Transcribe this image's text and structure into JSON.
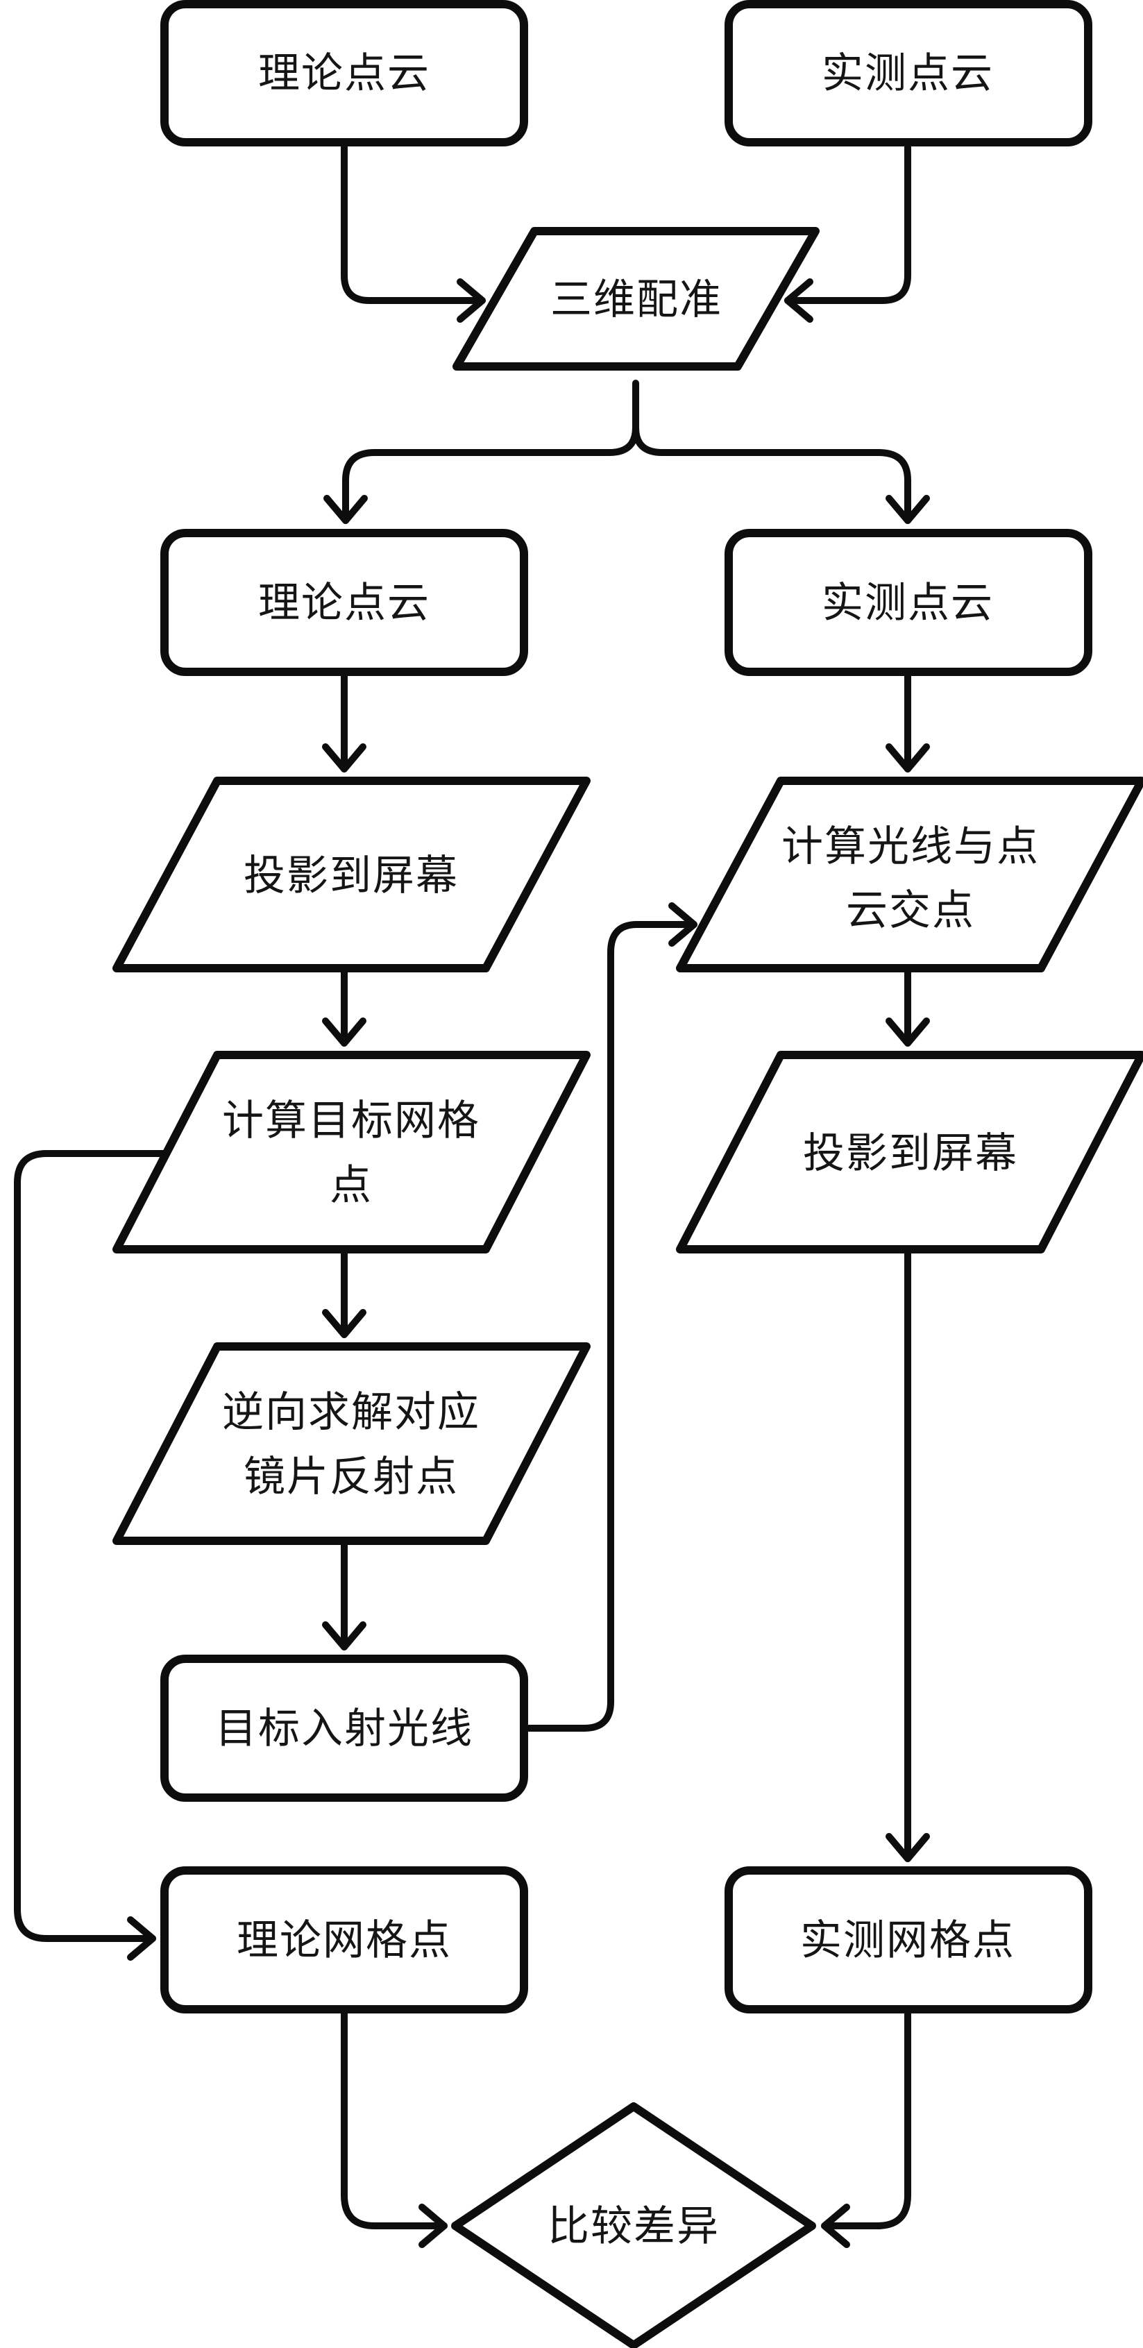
{
  "diagram": {
    "type": "flowchart",
    "colors": {
      "background": "#ffffff",
      "stroke": "#0d0d0d",
      "text": "#151515"
    },
    "nodes": {
      "pc_theory_top": {
        "shape": "rounded-rect",
        "label": "理论点云"
      },
      "pc_measured_top": {
        "shape": "rounded-rect",
        "label": "实测点云"
      },
      "registration_3d": {
        "shape": "parallelogram",
        "label": "三维配准"
      },
      "pc_theory_mid": {
        "shape": "rounded-rect",
        "label": "理论点云"
      },
      "pc_measured_mid": {
        "shape": "rounded-rect",
        "label": "实测点云"
      },
      "project_screen_left": {
        "shape": "parallelogram",
        "label": "投影到屏幕"
      },
      "ray_cloud_intersect": {
        "shape": "parallelogram",
        "label": "计算光线与点云交点",
        "line1": "计算光线与点",
        "line2": "云交点"
      },
      "target_grid_points": {
        "shape": "parallelogram",
        "label": "计算目标网格点",
        "line1": "计算目标网格",
        "line2": "点"
      },
      "project_screen_right": {
        "shape": "parallelogram",
        "label": "投影到屏幕"
      },
      "inverse_solve_reflect": {
        "shape": "parallelogram",
        "label": "逆向求解对应镜片反射点",
        "line1": "逆向求解对应",
        "line2": "镜片反射点"
      },
      "target_incident_ray": {
        "shape": "rounded-rect",
        "label": "目标入射光线"
      },
      "grid_points_theory": {
        "shape": "rounded-rect",
        "label": "理论网格点"
      },
      "grid_points_measured": {
        "shape": "rounded-rect",
        "label": "实测网格点"
      },
      "compare_difference": {
        "shape": "diamond",
        "label": "比较差异"
      }
    },
    "edges": [
      {
        "from": "pc_theory_top",
        "to": "registration_3d"
      },
      {
        "from": "pc_measured_top",
        "to": "registration_3d"
      },
      {
        "from": "registration_3d",
        "to": "pc_theory_mid"
      },
      {
        "from": "registration_3d",
        "to": "pc_measured_mid"
      },
      {
        "from": "pc_theory_mid",
        "to": "project_screen_left"
      },
      {
        "from": "pc_measured_mid",
        "to": "ray_cloud_intersect"
      },
      {
        "from": "project_screen_left",
        "to": "target_grid_points"
      },
      {
        "from": "ray_cloud_intersect",
        "to": "project_screen_right"
      },
      {
        "from": "target_grid_points",
        "to": "inverse_solve_reflect"
      },
      {
        "from": "target_grid_points",
        "to": "grid_points_theory"
      },
      {
        "from": "inverse_solve_reflect",
        "to": "target_incident_ray"
      },
      {
        "from": "target_incident_ray",
        "to": "ray_cloud_intersect"
      },
      {
        "from": "project_screen_right",
        "to": "grid_points_measured"
      },
      {
        "from": "grid_points_theory",
        "to": "compare_difference"
      },
      {
        "from": "grid_points_measured",
        "to": "compare_difference"
      }
    ]
  }
}
